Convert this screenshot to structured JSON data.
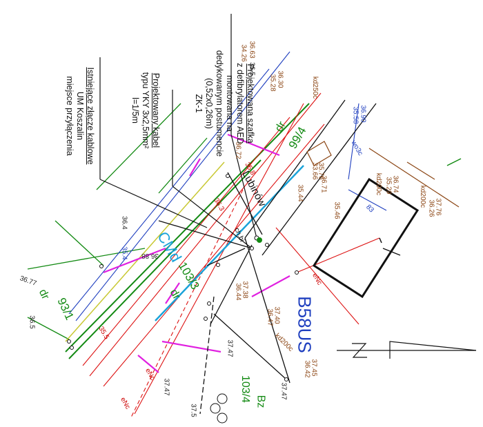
{
  "notes": {
    "aed": {
      "title": "Projektowana szafka",
      "lines": [
        "z defibrylatorem AED",
        "montowana na",
        "dedykowanym postumencie",
        "(0,52x0,26m)",
        "ZK-1"
      ]
    },
    "cable": {
      "title": "Projektowany kabel",
      "line1": "typu YKY 3x2,5mm²",
      "line2": "l=1/5m"
    },
    "joint": {
      "title": "Istniejące złącze kablowe",
      "line1": "UM Koszalin",
      "line2": "miejsce przyłączenia"
    }
  },
  "labels": {
    "street": "Lubinów",
    "parcel_9914": "99/4",
    "dr_1": "dr",
    "parcel_1033": "103/3",
    "dr_2": "dr",
    "cmd": "CMd",
    "b58us": "B58US",
    "parcel_1034": "103/4",
    "bz": "Bz",
    "parcel_931": "93/1",
    "dr_3": "dr",
    "chn": "ch.bi"
  },
  "elevations": [
    {
      "id": "e1",
      "text": "36.63",
      "color": "#8b4513"
    },
    {
      "id": "e2",
      "text": "34.26",
      "color": "#8b4513"
    },
    {
      "id": "e3",
      "text": "36.5",
      "color": "#222222"
    },
    {
      "id": "e4",
      "text": "36.30",
      "color": "#8b4513"
    },
    {
      "id": "e5",
      "text": "35.28",
      "color": "#8b4513"
    },
    {
      "id": "e6",
      "text": "kd250c",
      "color": "#8b4513"
    },
    {
      "id": "e7",
      "text": "36.90",
      "color": "#1f3fbf"
    },
    {
      "id": "e8",
      "text": "35.58",
      "color": "#1f3fbf"
    },
    {
      "id": "e9",
      "text": "35.76",
      "color": "#8b4513"
    },
    {
      "id": "e10",
      "text": "33.66",
      "color": "#8b4513"
    },
    {
      "id": "e11",
      "text": "36.71",
      "color": "#8b4513"
    },
    {
      "id": "e12",
      "text": "35.44",
      "color": "#8b4513"
    },
    {
      "id": "e13",
      "text": "35.46",
      "color": "#8b4513"
    },
    {
      "id": "e14",
      "text": "36.74",
      "color": "#8b4513"
    },
    {
      "id": "e15",
      "text": "35.29",
      "color": "#8b4513"
    },
    {
      "id": "e16",
      "text": "kd200c",
      "color": "#8b4513"
    },
    {
      "id": "e17",
      "text": "37.76",
      "color": "#8b4513"
    },
    {
      "id": "e18",
      "text": "36.26",
      "color": "#8b4513"
    },
    {
      "id": "e19",
      "text": "kd200c",
      "color": "#8b4513"
    },
    {
      "id": "e20",
      "text": "36.72",
      "color": "#8b4513"
    },
    {
      "id": "e21",
      "text": "35.4",
      "color": "#1f3fbf"
    },
    {
      "id": "e22",
      "text": "36.88",
      "color": "#222222"
    },
    {
      "id": "e23",
      "text": "36.4",
      "color": "#222222"
    },
    {
      "id": "e24",
      "text": "36.77",
      "color": "#222222"
    },
    {
      "id": "e25",
      "text": "36.5",
      "color": "#222222"
    },
    {
      "id": "e26",
      "text": "37.38",
      "color": "#8b4513"
    },
    {
      "id": "e27",
      "text": "36.44",
      "color": "#8b4513"
    },
    {
      "id": "e28",
      "text": "37.40",
      "color": "#8b4513"
    },
    {
      "id": "e29",
      "text": "36.47",
      "color": "#8b4513"
    },
    {
      "id": "e30",
      "text": "kd200c",
      "color": "#8b4513"
    },
    {
      "id": "e31",
      "text": "37.45",
      "color": "#8b4513"
    },
    {
      "id": "e32",
      "text": "36.42",
      "color": "#8b4513"
    },
    {
      "id": "e33",
      "text": "37.47",
      "color": "#222222"
    },
    {
      "id": "e34",
      "text": "37.47",
      "color": "#222222"
    },
    {
      "id": "e35",
      "text": "37.47",
      "color": "#222222"
    },
    {
      "id": "e36",
      "text": "37.5",
      "color": "#222222"
    },
    {
      "id": "e37",
      "text": "eNc",
      "color": "#cc0000"
    },
    {
      "id": "e38",
      "text": "eNc",
      "color": "#cc0000"
    },
    {
      "id": "e39",
      "text": "eNc",
      "color": "#cc0000"
    },
    {
      "id": "e40",
      "text": "35.8",
      "color": "#cc0000"
    },
    {
      "id": "e41",
      "text": "36.3",
      "color": "#cc0000"
    },
    {
      "id": "e42",
      "text": "35.5",
      "color": "#cc0000"
    },
    {
      "id": "e43",
      "text": "wo3c",
      "color": "#1f3fbf"
    },
    {
      "id": "e44",
      "text": "83",
      "color": "#1f3fbf"
    }
  ]
}
